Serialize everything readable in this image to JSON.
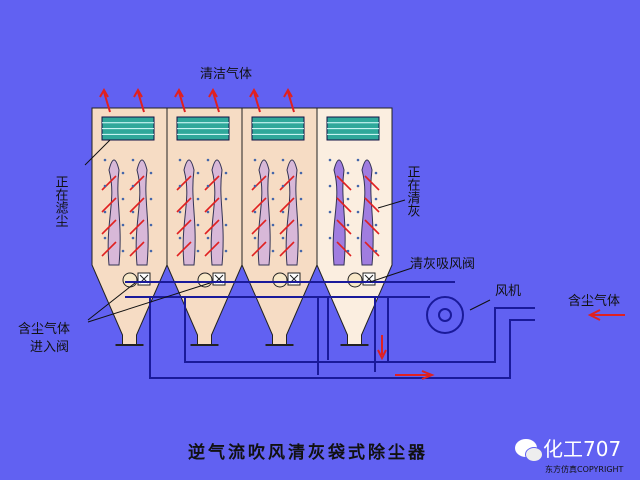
{
  "labels": {
    "clean_gas": "清洁气体",
    "filtering": "正在滤尘",
    "cleaning": "正在清灰",
    "cleaning_valve": "清灰吸风阀",
    "fan": "风机",
    "dusty_gas": "含尘气体",
    "inlet_valve_line1": "含尘气体",
    "inlet_valve_line2": "进入阀"
  },
  "title": "逆气流吹风清灰袋式除尘器",
  "watermark": "东方仿真",
  "logo": {
    "text": "化工707",
    "icon": "wechat-icon"
  },
  "copyright": "东方仿真COPYRIGHT",
  "colors": {
    "background": "#6161f2",
    "chamber": "#f6dcc4",
    "louver": "#2fa89a",
    "arrow": "#e02020",
    "bag": "#d8b8d8",
    "bag_cleaning": "#a07de0",
    "pipe": "#1a1a9a"
  }
}
